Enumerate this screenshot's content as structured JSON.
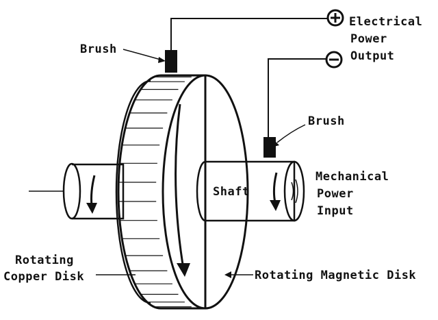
{
  "labels": {
    "electrical_output": [
      "Electrical",
      "Power",
      "Output"
    ],
    "brush_top": "Brush",
    "brush_right": "Brush",
    "shaft": "Shaft",
    "mechanical_input": [
      "Mechanical",
      "Power",
      "Input"
    ],
    "copper_disk": [
      "Rotating",
      "Copper Disk"
    ],
    "magnetic_disk": "Rotating Magnetic Disk",
    "plus_symbol": "+",
    "minus_symbol": "−"
  },
  "icons": {
    "rotation_arrow": "curved-arrow-down",
    "terminal": "circled-terminal"
  },
  "colors": {
    "ink": "#111111",
    "background": "#ffffff"
  }
}
